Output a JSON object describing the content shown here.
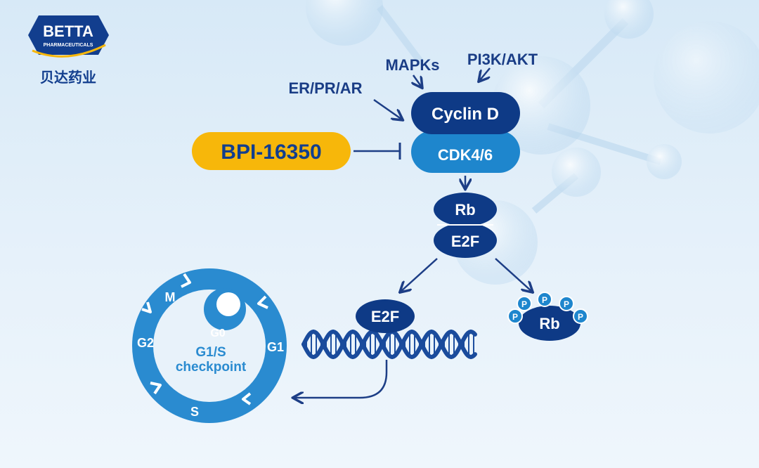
{
  "logo": {
    "brand": "BETTA",
    "subtitle": "PHARMACEUTICALS",
    "chinese_name": "贝达药业"
  },
  "upstream": {
    "mapks": "MAPKs",
    "pi3k": "PI3K/AKT",
    "er_pr_ar": "ER/PR/AR"
  },
  "complex": {
    "cyclin": "Cyclin D",
    "cdk": "CDK4/6"
  },
  "drug": {
    "label": "BPI-16350"
  },
  "rb_e2f": {
    "rb": "Rb",
    "e2f": "E2F"
  },
  "released": {
    "e2f": "E2F"
  },
  "phospho": {
    "rb": "Rb",
    "p": "P"
  },
  "cell_cycle": {
    "m": "M",
    "g0": "G0",
    "g1": "G1",
    "g2": "G2",
    "s": "S",
    "checkpoint_line1": "G1/S",
    "checkpoint_line2": "checkpoint"
  },
  "colors": {
    "navy": "#0E3A86",
    "medium_blue": "#1E86CD",
    "cycle_blue": "#2A8BD0",
    "drug_yellow": "#F7B70A",
    "arrow": "#1D3E86"
  }
}
